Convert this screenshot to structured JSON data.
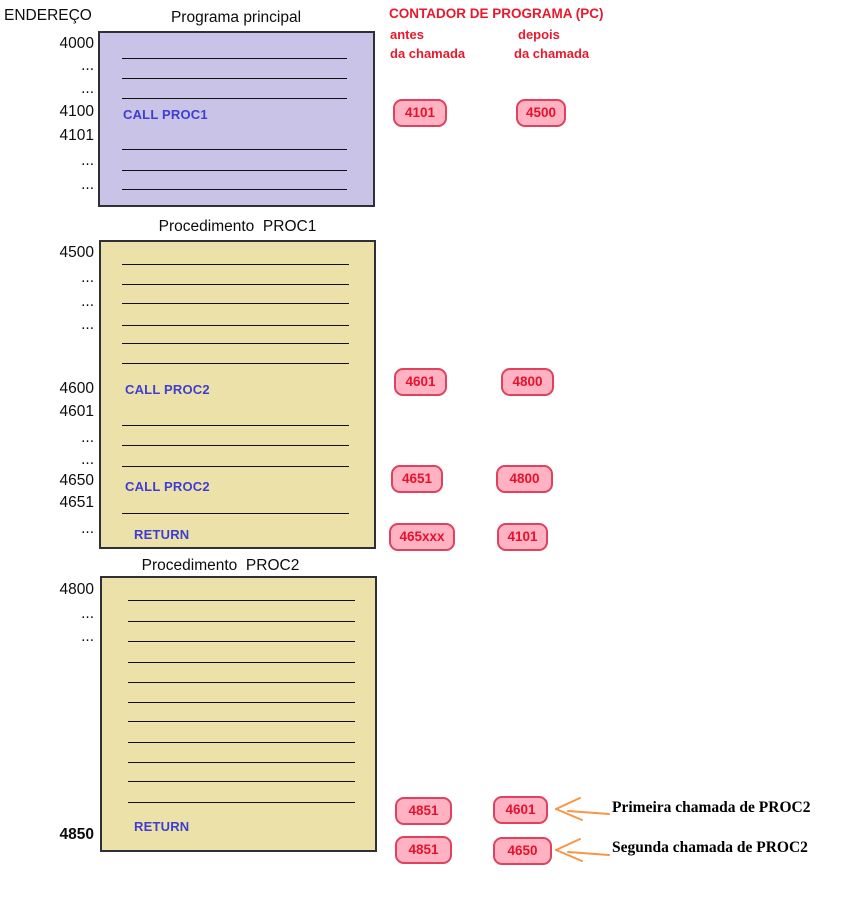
{
  "labels": {
    "address_col": "ENDEREÇO"
  },
  "pc_header": {
    "title": "CONTADOR DE PROGRAMA (PC)",
    "before_line1": "antes",
    "before_line2": "da chamada",
    "after_line1": "depois",
    "after_line2": "da chamada"
  },
  "main_program": {
    "title": "Programa principal",
    "addresses": [
      "4000",
      "...",
      "...",
      "4100",
      "4101",
      "...",
      "..."
    ],
    "call": "CALL PROC1"
  },
  "proc1": {
    "title": "Procedimento  PROC1",
    "addresses": [
      "4500",
      "...",
      "...",
      "...",
      "4600",
      "4601",
      "...",
      "...",
      "4650",
      "4651",
      "..."
    ],
    "call1": "CALL PROC2",
    "call2": "CALL PROC2",
    "return": "RETURN"
  },
  "proc2": {
    "title": "Procedimento  PROC2",
    "addresses": [
      "4800",
      "...",
      "...",
      "4850"
    ],
    "return": "RETURN"
  },
  "pc_values": {
    "row1": {
      "before": "4101",
      "after": "4500"
    },
    "row2": {
      "before": "4601",
      "after": "4800"
    },
    "row3": {
      "before": "4651",
      "after": "4800"
    },
    "row4": {
      "before": "465xxx",
      "after": "4101"
    },
    "row5": {
      "before": "4851",
      "after": "4601"
    },
    "row6": {
      "before": "4851",
      "after": "4650"
    }
  },
  "annotations": {
    "first_call": "Primeira chamada de PROC2",
    "second_call": "Segunda chamada de PROC2"
  },
  "colors": {
    "main_box_fill": "#c8c3e7",
    "proc_box_fill": "#ece2a9",
    "pc_box_fill": "#ffb3c2",
    "pc_box_border": "#e0415e",
    "red_text": "#e8192c",
    "blue_text": "#3e3ed0",
    "arrow": "#f79646"
  }
}
